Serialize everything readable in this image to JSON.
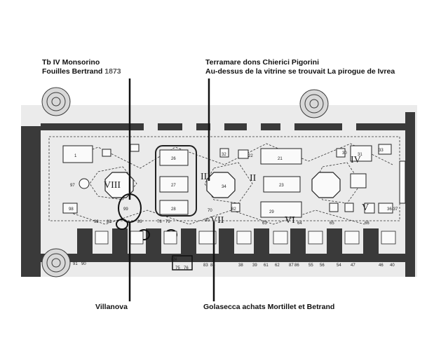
{
  "labels": {
    "monsorino_line1": "Tb IV Monsorino",
    "monsorino_line2": "Fouilles Bertrand",
    "monsorino_year": "1873",
    "terramare_line1": "Terramare dons Chierici  Pigorini",
    "terramare_line2": "Au-dessus de la vitrine se trouvait La pirogue de Ivrea",
    "villanova": "Villanova",
    "golasecca": "Golasecca achats Mortillet  et Betrand"
  },
  "plan": {
    "room_numerals": [
      "VIII",
      "III",
      "II",
      "IV",
      "V",
      "VI",
      "VII"
    ],
    "case_numbers": [
      "1",
      "26",
      "27",
      "28",
      "21",
      "22",
      "23",
      "31",
      "97",
      "98",
      "99",
      "34",
      "29",
      "30",
      "32",
      "33",
      "36-37",
      "70",
      "74",
      "75",
      "76",
      "83",
      "84",
      "90",
      "91",
      "92",
      "88",
      "89",
      "78",
      "79",
      "80",
      "81",
      "82",
      "86",
      "87",
      "55",
      "56",
      "54",
      "47",
      "46",
      "40",
      "38",
      "39",
      "61",
      "62",
      "63",
      "64",
      "65",
      "66"
    ]
  },
  "colors": {
    "background": "#ffffff",
    "plan_paper": "#ebebeb",
    "wall": "#3a3a3a",
    "ink": "#222222"
  }
}
